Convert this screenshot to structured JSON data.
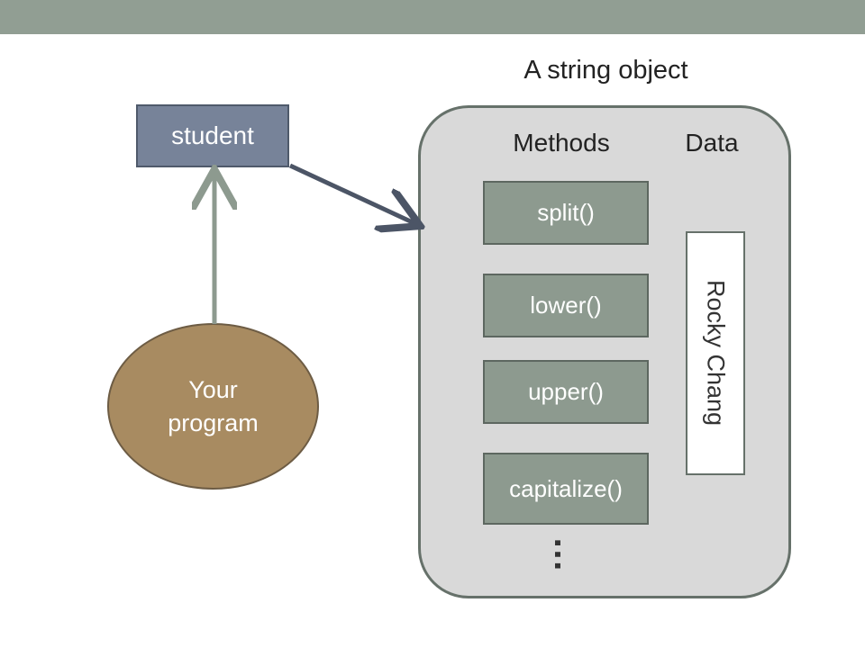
{
  "title": "A string object",
  "headers": {
    "methods": "Methods",
    "data": "Data"
  },
  "methods": [
    "split()",
    "lower()",
    "upper()",
    "capitalize()"
  ],
  "more_indicator": "…",
  "data_value": "Rocky Chang",
  "variable": "student",
  "program": {
    "line1": "Your",
    "line2": "program"
  },
  "colors": {
    "top_bar": "#919e93",
    "object_panel": "#d9d9d9",
    "method_box": "#8d9a8f",
    "variable_box": "#778399",
    "program_ellipse": "#a88b61",
    "reference_arrow": "#4c5566",
    "access_arrow": "#8d9a8f"
  }
}
